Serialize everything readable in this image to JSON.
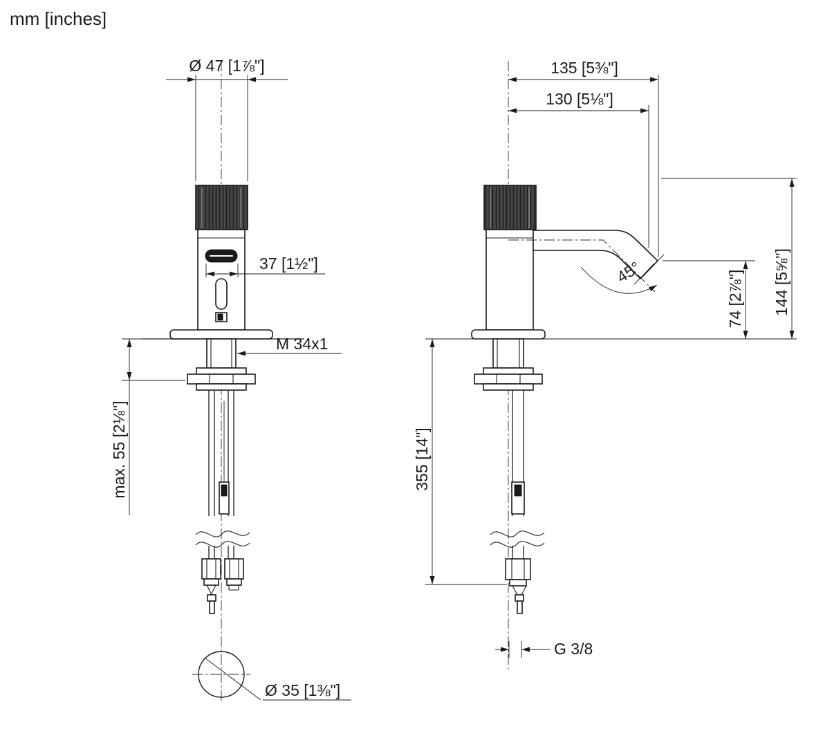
{
  "drawing": {
    "units_label": "mm [inches]",
    "front_view": {
      "dia_top": "Ø 47 [1⅞\"]",
      "window_width": "37 [1½\"]",
      "thread": "M 34x1",
      "max_deck": "max. 55 [2⅛\"]",
      "dia_hole": "Ø 35 [1⅜\"]"
    },
    "side_view": {
      "reach_outer": "135 [5⅜\"]",
      "reach_inner": "130 [5⅛\"]",
      "angle": "45°",
      "outlet_height": "74 [2⅞\"]",
      "total_height": "144 [5⅝\"]",
      "hose_length": "355 [14\"]",
      "connection_thread": "G 3/8"
    }
  }
}
